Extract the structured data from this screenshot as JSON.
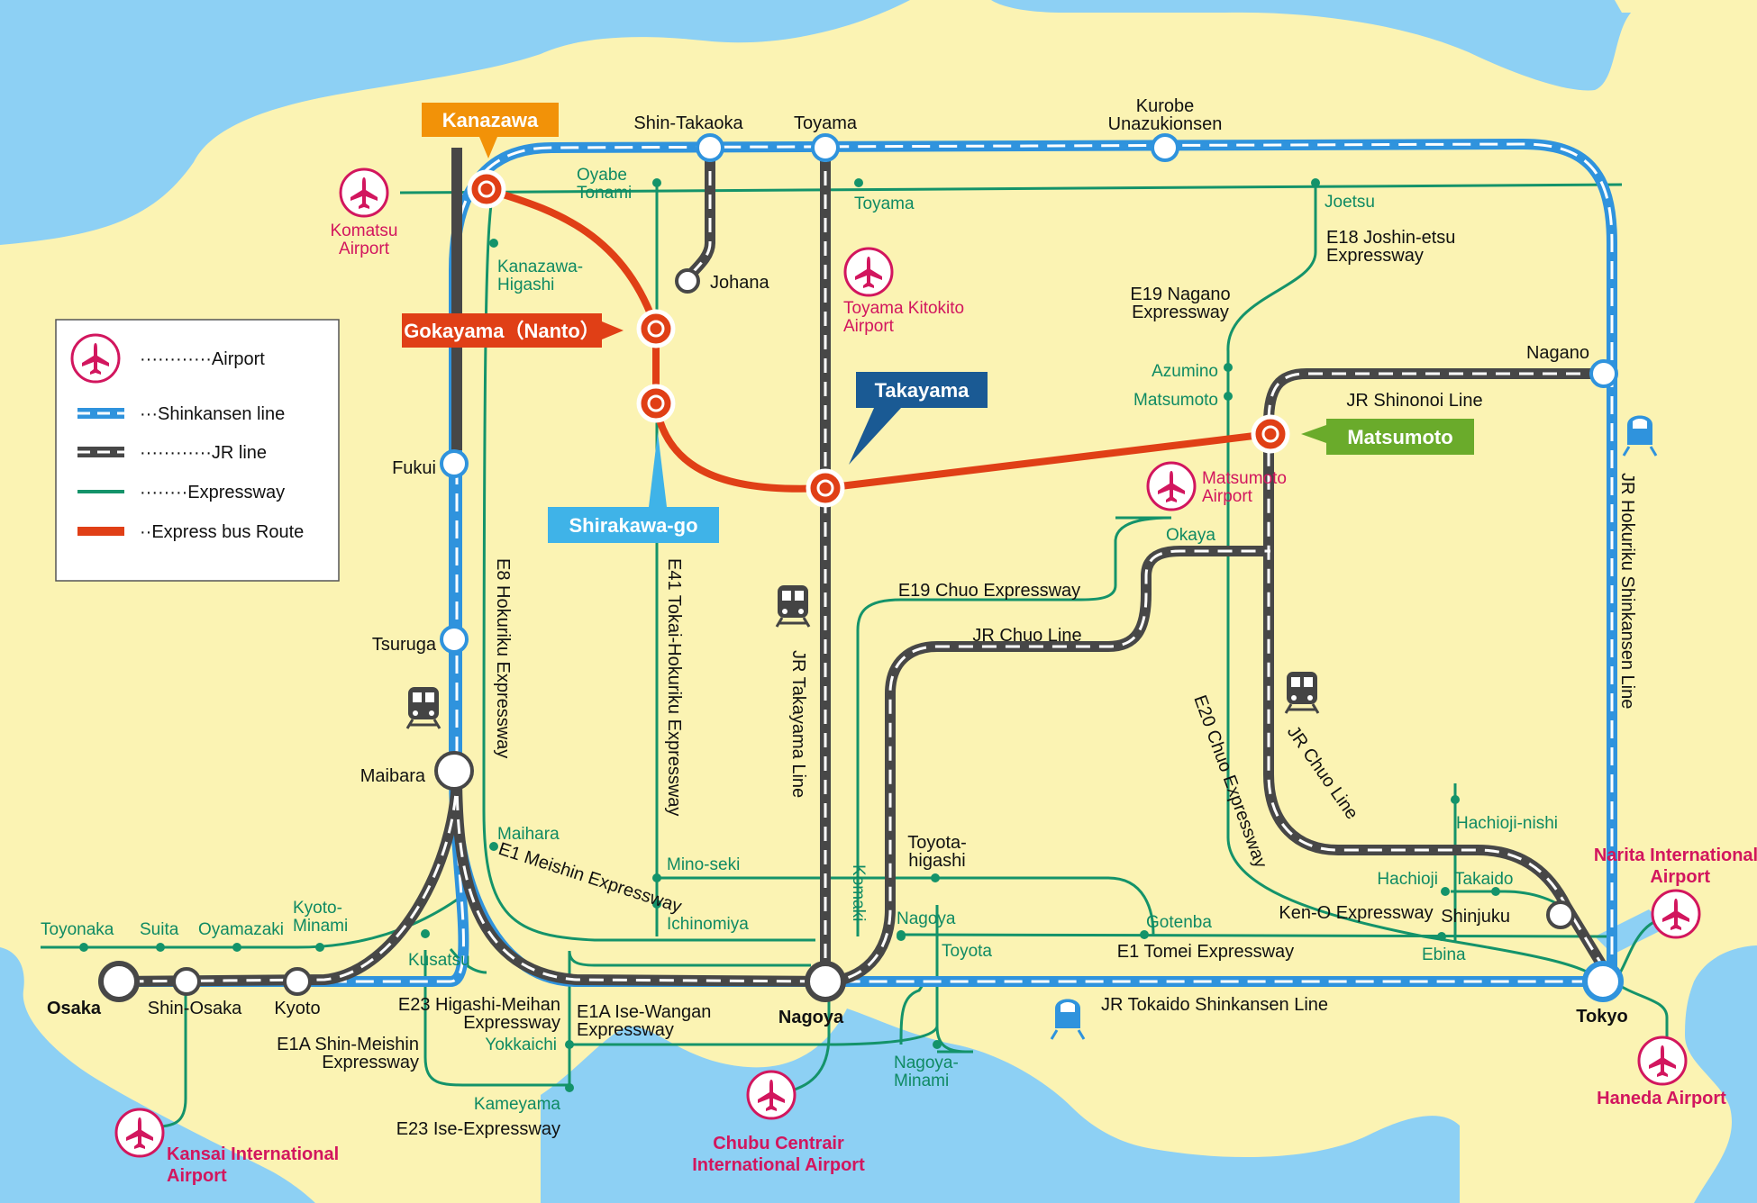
{
  "map_title": "",
  "colors": {
    "sea": "#8dd0f4",
    "land": "#fbf3b3",
    "shinkansen": "#2f93dd",
    "jr_line": "#474747",
    "expressway": "#14936a",
    "bus_route": "#e03f16",
    "airport": "#d2165e",
    "callout_orange": "#f29208",
    "callout_red": "#e03f16",
    "callout_navy": "#1a5a94",
    "callout_sky": "#3fb3e8",
    "callout_green": "#6aab2b"
  },
  "legend": {
    "airport": "············Airport",
    "shinkansen": "···Shinkansen line",
    "jr": "············JR line",
    "expressway": "········Expressway",
    "bus": "··Express bus Route"
  },
  "callouts": {
    "kanazawa": "Kanazawa",
    "gokayama": "Gokayama（Nanto）",
    "takayama": "Takayama",
    "shirakawago": "Shirakawa-go",
    "matsumoto": "Matsumoto"
  },
  "stations": {
    "shin_takaoka": "Shin-Takaoka",
    "toyama": "Toyama",
    "kurobe1": "Kurobe",
    "kurobe2": "Unazukionsen",
    "johana": "Johana",
    "nagano": "Nagano",
    "fukui": "Fukui",
    "tsuruga": "Tsuruga",
    "maibara": "Maibara",
    "osaka": "Osaka",
    "shin_osaka": "Shin-Osaka",
    "kyoto": "Kyoto",
    "nagoya": "Nagoya",
    "tokyo": "Tokyo",
    "shinjuku": "Shinjuku"
  },
  "line_names": {
    "jr_takayama": "JR Takayama Line",
    "jr_chuo_a": "JR Chuo Line",
    "jr_chuo_b": "JR Chuo Line",
    "jr_shinonoi": "JR Shinonoi Line",
    "jr_hokuriku_shinkansen": "JR Hokuriku Shinkansen Line",
    "jr_tokaido_shinkansen": "JR Tokaido Shinkansen Line"
  },
  "expressways": {
    "e8": "E8 Hokuriku Expressway",
    "e41": "E41 Tokai-Hokuriku Expressway",
    "e1_meishin": "E1 Meishin Expressway",
    "e19_chuo": "E19 Chuo Expressway",
    "e20_chuo": "E20 Chuo Expressway",
    "e1_tomei": "E1 Tomei Expressway",
    "ken_o": "Ken-O Expressway",
    "e18_1": "E18 Joshin-etsu",
    "e18_2": "Expressway",
    "e19_nagano_1": "E19 Nagano",
    "e19_nagano_2": "Expressway",
    "e23_higashi_1": "E23 Higashi-Meihan",
    "e23_higashi_2": "Expressway",
    "e1a_isewangan_1": "E1A Ise-Wangan",
    "e1a_isewangan_2": "Expressway",
    "e1a_shinmeishin_1": "E1A Shin-Meishin",
    "e1a_shinmeishin_2": "Expressway",
    "e23_ise": "E23 Ise-Expressway"
  },
  "ic_labels": {
    "oyabe": "Oyabe",
    "tonami": "Tonami",
    "toyama_ic": "Toyama",
    "joetsu": "Joetsu",
    "kanazawa_higashi_1": "Kanazawa-",
    "kanazawa_higashi_2": "Higashi",
    "azumino": "Azumino",
    "matsumoto_ic": "Matsumoto",
    "okaya": "Okaya",
    "maihara": "Maihara",
    "mino_seki": "Mino-seki",
    "ichinomiya": "Ichinomiya",
    "komaki": "Komaki",
    "toyota_higashi_1": "Toyota-",
    "toyota_higashi_2": "higashi",
    "nagoya_ic": "Nagoya",
    "toyota": "Toyota",
    "gotenba": "Gotenba",
    "hachioji_nishi": "Hachioji-nishi",
    "hachioji": "Hachioji",
    "takaido": "Takaido",
    "ebina": "Ebina",
    "toyonaka": "Toyonaka",
    "suita": "Suita",
    "oyamazaki": "Oyamazaki",
    "kyoto_minami_1": "Kyoto-",
    "kyoto_minami_2": "Minami",
    "kusatsu": "Kusatsu",
    "yokkaichi": "Yokkaichi",
    "kameyama": "Kameyama",
    "nagoya_minami_1": "Nagoya-",
    "nagoya_minami_2": "Minami"
  },
  "airports": {
    "komatsu_1": "Komatsu",
    "komatsu_2": "Airport",
    "toyama_kitokito_1": "Toyama Kitokito",
    "toyama_kitokito_2": "Airport",
    "matsumoto_1": "Matsumoto",
    "matsumoto_2": "Airport",
    "kansai_1": "Kansai International",
    "kansai_2": "Airport",
    "chubu_1": "Chubu Centrair",
    "chubu_2": "International Airport",
    "narita_1": "Narita International",
    "narita_2": "Airport",
    "haneda": "Haneda Airport"
  },
  "icons": {
    "airport": "airplane-icon",
    "jr_train": "train-icon",
    "shinkansen": "shinkansen-icon"
  }
}
